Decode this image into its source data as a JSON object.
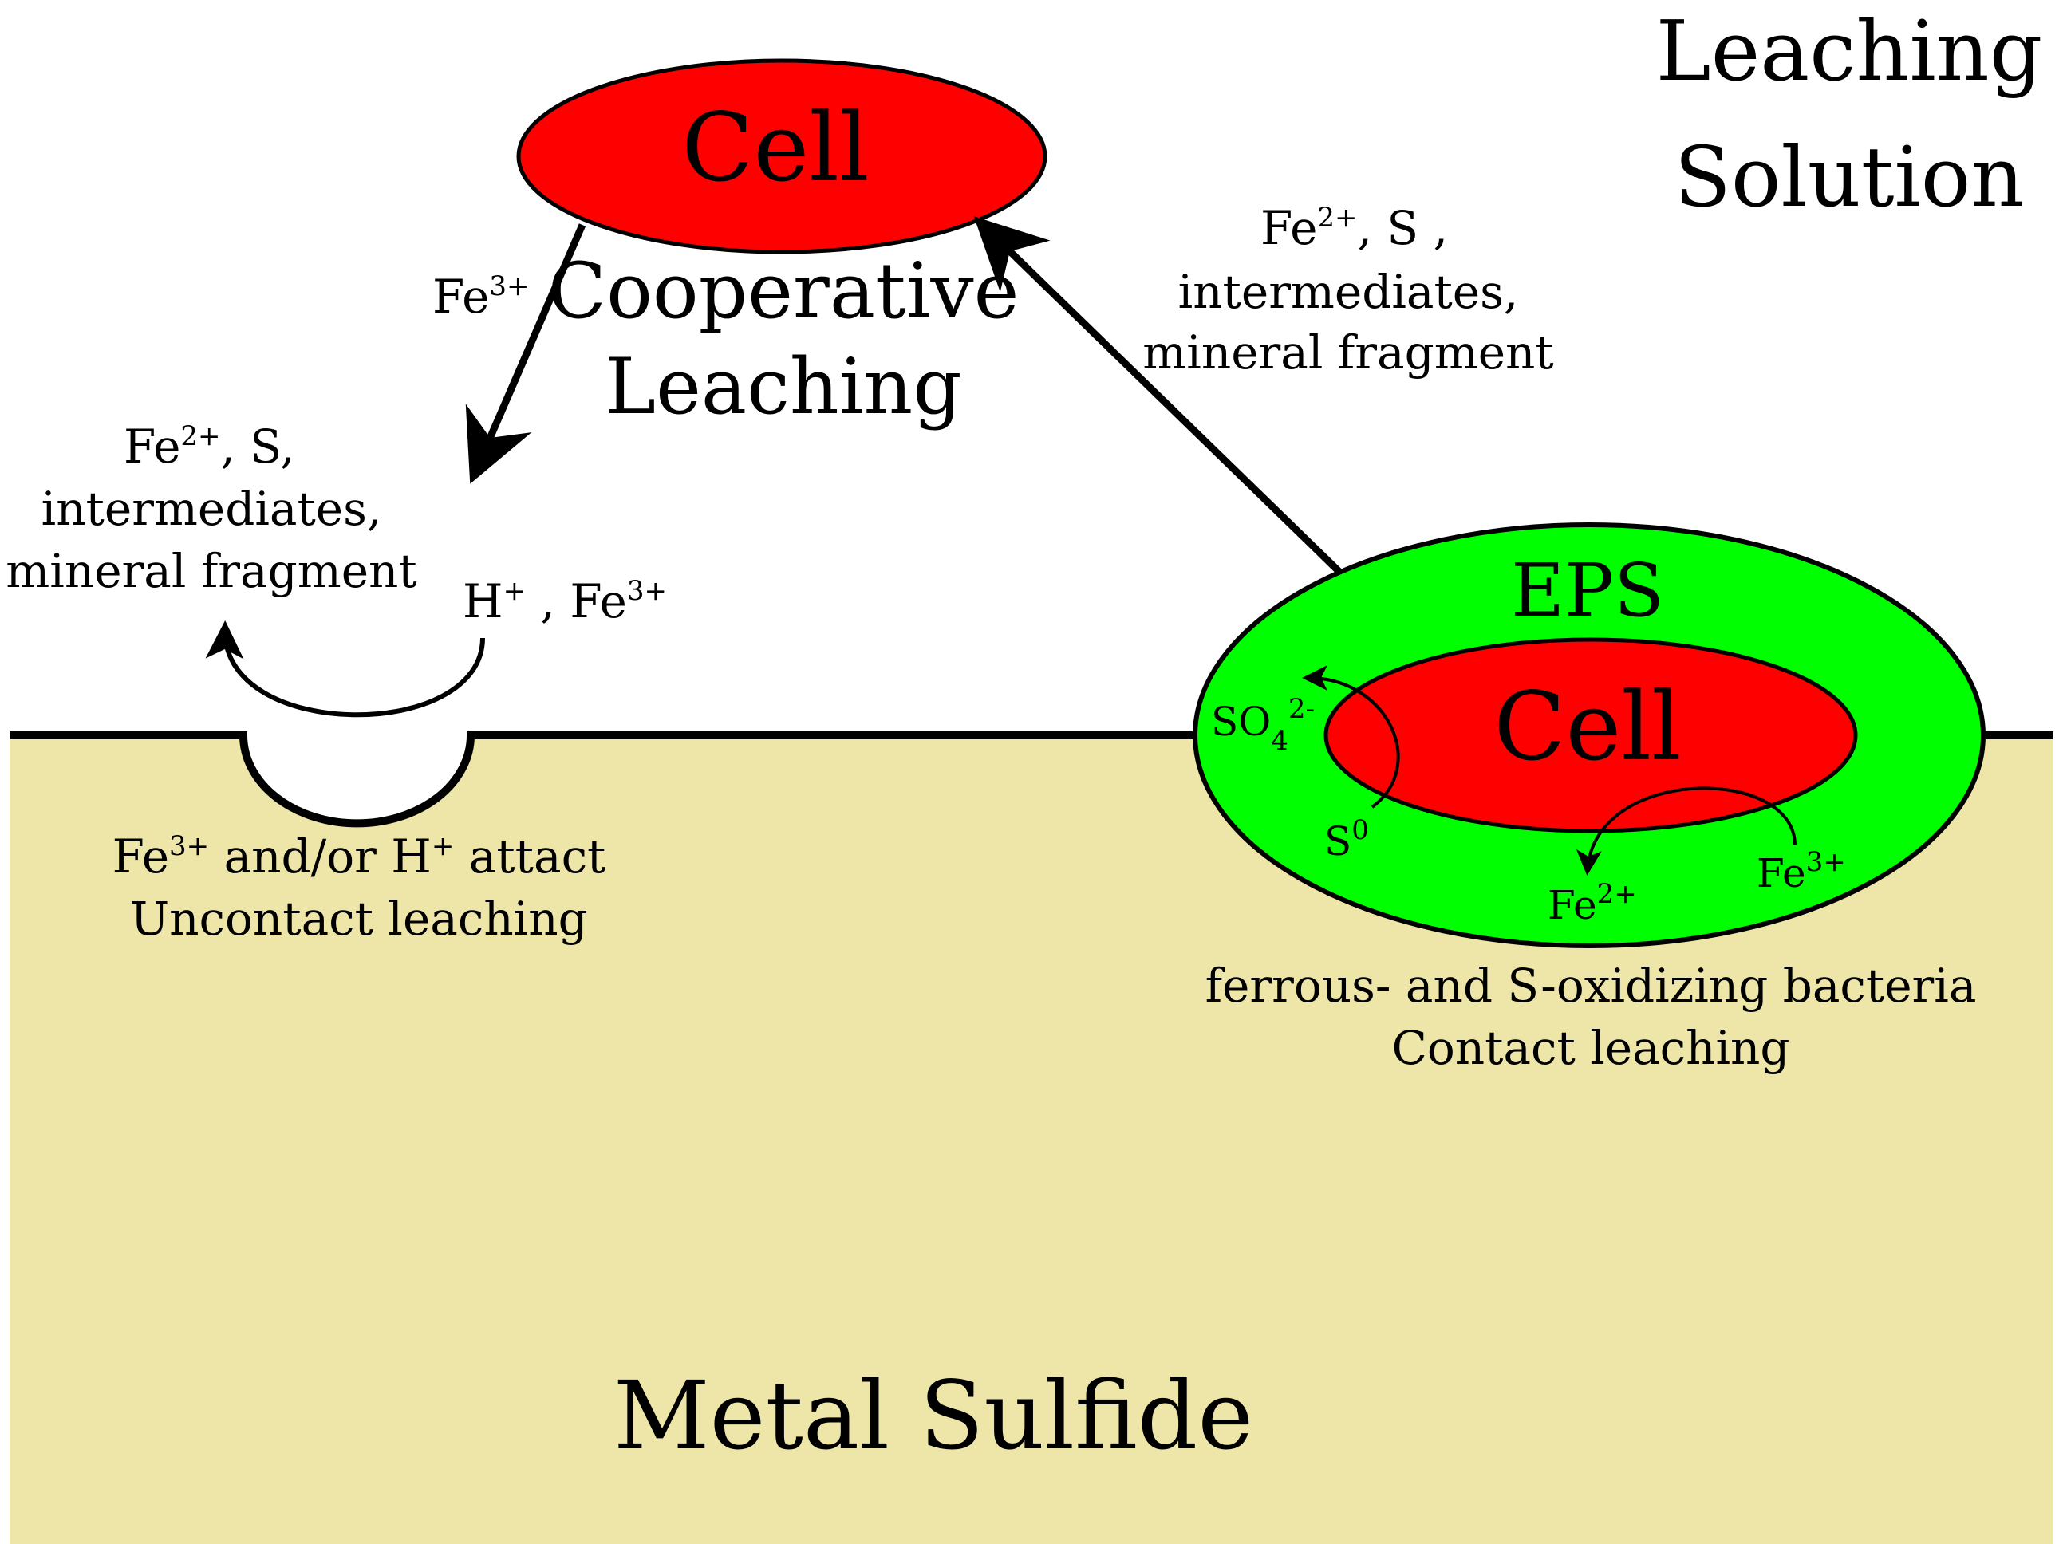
{
  "regions": {
    "solution_label_line1": "Leaching",
    "solution_label_line2": "Solution",
    "mineral_label": "Metal Sulfide"
  },
  "cooperative": {
    "cell_label": "Cell",
    "title_line1": "Cooperative",
    "title_line2": "Leaching",
    "fe_label_base": "Fe",
    "fe_label_sup": "3+",
    "right_products": {
      "line1_fe": "Fe",
      "line1_sup": "2+",
      "line1_rest": ", S ,",
      "line2": "intermediates,",
      "line3": "mineral fragment"
    }
  },
  "noncontact": {
    "products": {
      "line1_fe": "Fe",
      "line1_sup": "2+",
      "line1_rest": ", S,",
      "line2": "intermediates,",
      "line3": "mineral fragment"
    },
    "attack_ions": {
      "h": "H",
      "h_sup": "+",
      "sep": " , Fe",
      "fe_sup": "3+"
    },
    "caption_line1_a": "Fe",
    "caption_line1_sup1": "3+",
    "caption_line1_b": " and/or H",
    "caption_line1_sup2": "+",
    "caption_line1_c": " attact",
    "caption_line2": "Uncontact leaching"
  },
  "contact": {
    "eps_label": "EPS",
    "cell_label": "Cell",
    "so4_base": "SO",
    "so4_sub": "4",
    "so4_sup": "2-",
    "s0_base": "S",
    "s0_sup": "0",
    "fe2_base": "Fe",
    "fe2_sup": "2+",
    "fe3_base": "Fe",
    "fe3_sup": "3+",
    "caption_line1": "ferrous- and S-oxidizing bacteria",
    "caption_line2": "Contact leaching"
  },
  "colors": {
    "cell_red": "#ff0000",
    "eps_green": "#00ff00",
    "mineral": "#ede6a8",
    "solution": "#ffffff",
    "line": "#000000"
  }
}
